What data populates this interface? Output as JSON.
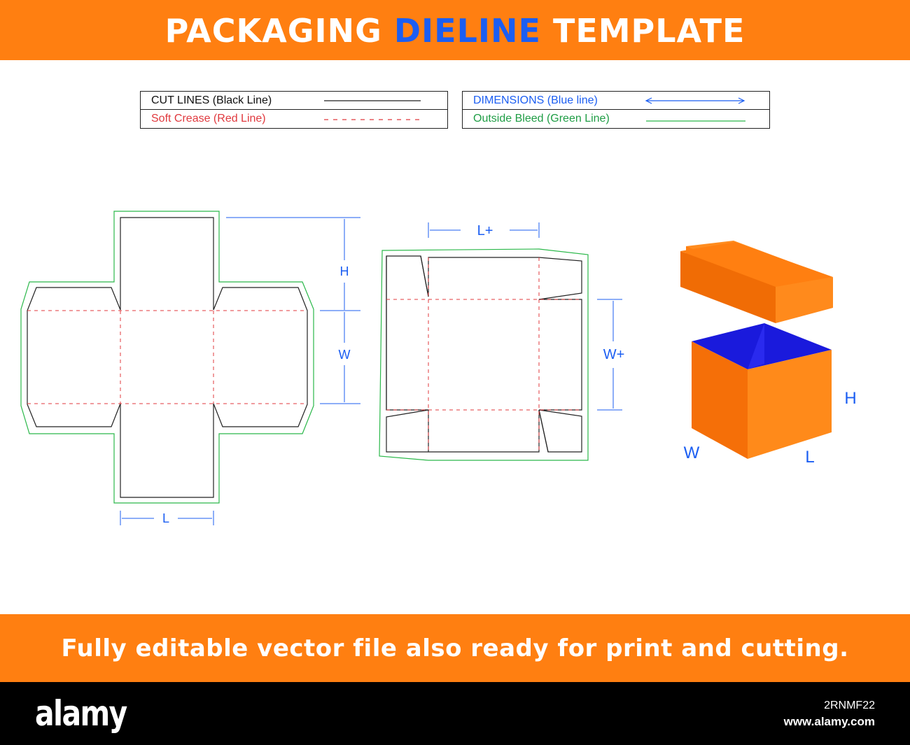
{
  "header": {
    "title_part1": "PACKAGING ",
    "title_accent": "DIELINE",
    "title_part2": " TEMPLATE"
  },
  "legend": {
    "cut_lines": "CUT LINES (Black Line)",
    "soft_crease": "Soft Crease (Red Line)",
    "dimensions": "DIMENSIONS (Blue line)",
    "outside_bleed": "Outside Bleed (Green Line)"
  },
  "colors": {
    "banner": "#ff7f11",
    "accent_blue": "#1b5ef2",
    "cut": "#222222",
    "crease": "#e0393e",
    "dimension": "#1b5ef2",
    "bleed": "#2bb84a",
    "box_orange": "#ff7f11",
    "box_inside": "#1a1adc"
  },
  "dieline_1": {
    "h_label": "H",
    "w_label": "W",
    "l_label": "L"
  },
  "dieline_2": {
    "l_label": "L+",
    "w_label": "W+"
  },
  "box_3d": {
    "h_label": "H",
    "w_label": "W",
    "l_label": "L"
  },
  "footer": {
    "tagline": "Fully editable vector file also ready for print and cutting.",
    "brand": "alamy",
    "image_id": "2RNMF22",
    "site": "www.alamy.com"
  }
}
